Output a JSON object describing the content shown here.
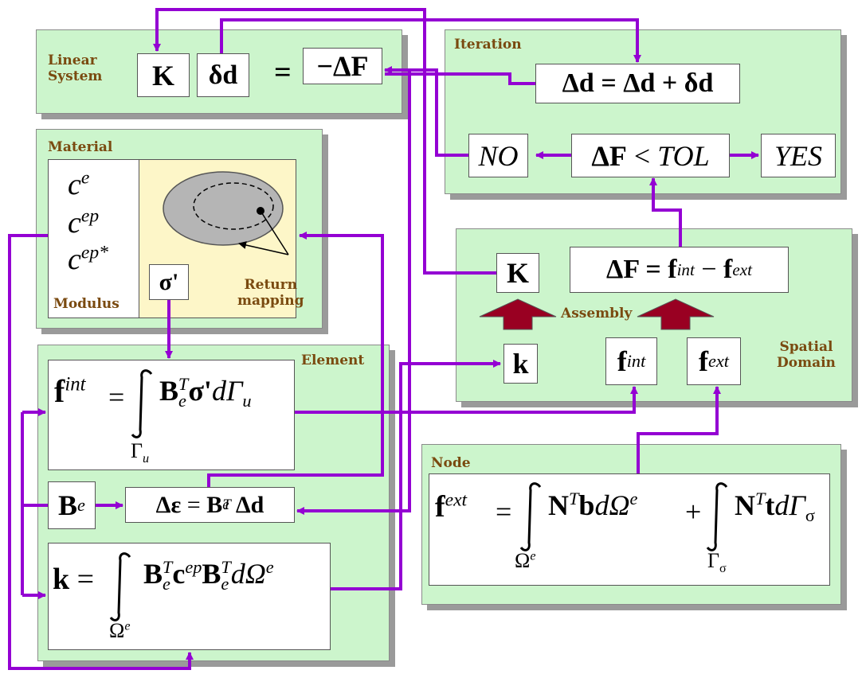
{
  "panels": {
    "linear_system": "Linear\nSystem",
    "iteration": "Iteration",
    "material": "Material",
    "element": "Element",
    "spatial_domain": "Spatial\nDomain",
    "node": "Node"
  },
  "linear": {
    "K": "K",
    "dd": "δd",
    "eq": "=",
    "dF": "−ΔF"
  },
  "iteration": {
    "update": "Δd = Δd + δd",
    "no": "NO",
    "check_lhs": "ΔF",
    "check_op": " < ",
    "check_rhs": "TOL",
    "yes": "YES"
  },
  "material": {
    "moduli": [
      {
        "base": "c",
        "sup": "e"
      },
      {
        "base": "c",
        "sup": "ep"
      },
      {
        "base": "c",
        "sup": "ep*"
      }
    ],
    "modulus_label": "Modulus",
    "return_mapping": "Return\nmapping",
    "sigma": "σ'"
  },
  "spatial": {
    "K": "K",
    "dF_lhs": "ΔF = ",
    "f": "f",
    "int": "int",
    "minus": " − ",
    "ext": "ext",
    "assembly": "Assembly",
    "k": "k"
  },
  "element": {
    "fint_f": "f",
    "fint_sup": "int",
    "fint_eq": "=",
    "fint_B": "B",
    "fint_e": "e",
    "fint_T": "T",
    "fint_rest": "σ'",
    "fint_d": "dΓ",
    "fint_u": "u",
    "fint_lim": "Γ",
    "fint_lim_sub": "u",
    "Be_B": "B",
    "Be_e": "e",
    "de_lhs": "Δε",
    "de_eq": " = ",
    "de_B": "B",
    "de_T": "T",
    "de_e": "e",
    "de_rhs": "Δd",
    "k_lhs": "k",
    "k_eq": " = ",
    "k_B1": "B",
    "k_e1": "e",
    "k_T1": "T",
    "k_c": "c",
    "k_ep": "ep",
    "k_B2": "B",
    "k_e2": "e",
    "k_T2": "T",
    "k_d": "dΩ",
    "k_de": "e",
    "k_lim": "Ω",
    "k_lim_sup": "e"
  },
  "node": {
    "f": "f",
    "ext": "ext",
    "eq": "=",
    "N1": "N",
    "T1": "T",
    "b": "b",
    "dO": "dΩ",
    "dOe": "e",
    "plus": "+",
    "N2": "N",
    "T2": "T",
    "t": "t",
    "dG": "dΓ",
    "dGs": "σ",
    "lim1": "Ω",
    "lim1_sup": "e",
    "lim2": "Γ",
    "lim2_sub": "σ"
  },
  "colors": {
    "panel": "#ccf5cc",
    "material_right": "#fdf6c8",
    "arrow": "#9400d3",
    "assembly_arrow": "#990022",
    "title": "#7a4a10"
  }
}
